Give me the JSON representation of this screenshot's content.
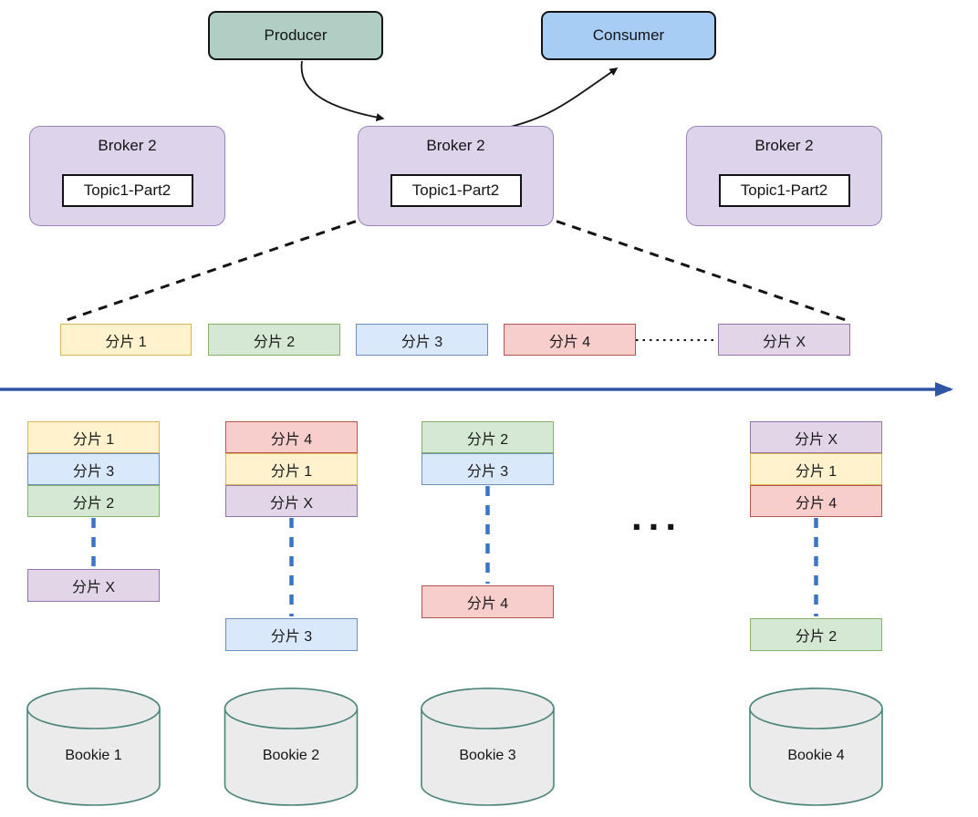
{
  "palette": {
    "producer_fill": "#b0cec3",
    "consumer_fill": "#a7cdf5",
    "broker_fill": "#ddd3ea",
    "broker_border": "#9a85b8",
    "seg_yellow_fill": "#fff2cc",
    "seg_yellow_border": "#d6b656",
    "seg_green_fill": "#d5e8d4",
    "seg_green_border": "#82b366",
    "seg_blue_fill": "#dae8fc",
    "seg_blue_border": "#6c8ebf",
    "seg_red_fill": "#f8cecc",
    "seg_red_border": "#b85450",
    "seg_purple_fill": "#e1d5e7",
    "seg_purple_border": "#9673a6",
    "timeline_arrow": "#2f55a4",
    "stack_dash_blue": "#3a76c4",
    "cylinder_fill": "#ebebeb",
    "cylinder_border": "#4a8579",
    "connector_black": "#141414"
  },
  "producer": {
    "label": "Producer"
  },
  "consumer": {
    "label": "Consumer"
  },
  "brokers": [
    {
      "title": "Broker 2",
      "topic": "Topic1-Part2"
    },
    {
      "title": "Broker 2",
      "topic": "Topic1-Part2"
    },
    {
      "title": "Broker 2",
      "topic": "Topic1-Part2"
    }
  ],
  "segment_row": [
    {
      "label": "分片 1",
      "color": "yellow"
    },
    {
      "label": "分片 2",
      "color": "green"
    },
    {
      "label": "分片 3",
      "color": "blue"
    },
    {
      "label": "分片 4",
      "color": "red"
    },
    {
      "label": "分片 X",
      "color": "purple"
    }
  ],
  "ellipsis": "...",
  "bookies": [
    {
      "name": "Bookie 1",
      "stack": [
        {
          "label": "分片 1",
          "color": "yellow"
        },
        {
          "label": "分片 3",
          "color": "blue"
        },
        {
          "label": "分片 2",
          "color": "green"
        }
      ],
      "detached": {
        "label": "分片 X",
        "color": "purple"
      }
    },
    {
      "name": "Bookie 2",
      "stack": [
        {
          "label": "分片 4",
          "color": "red"
        },
        {
          "label": "分片 1",
          "color": "yellow"
        },
        {
          "label": "分片 X",
          "color": "purple"
        }
      ],
      "detached": {
        "label": "分片 3",
        "color": "blue"
      }
    },
    {
      "name": "Bookie 3",
      "stack": [
        {
          "label": "分片 2",
          "color": "green"
        },
        {
          "label": "分片 3",
          "color": "blue"
        }
      ],
      "detached": {
        "label": "分片 4",
        "color": "red"
      }
    },
    {
      "name": "Bookie 4",
      "stack": [
        {
          "label": "分片 X",
          "color": "purple"
        },
        {
          "label": "分片 1",
          "color": "yellow"
        },
        {
          "label": "分片 4",
          "color": "red"
        }
      ],
      "detached": {
        "label": "分片 2",
        "color": "green"
      }
    }
  ]
}
